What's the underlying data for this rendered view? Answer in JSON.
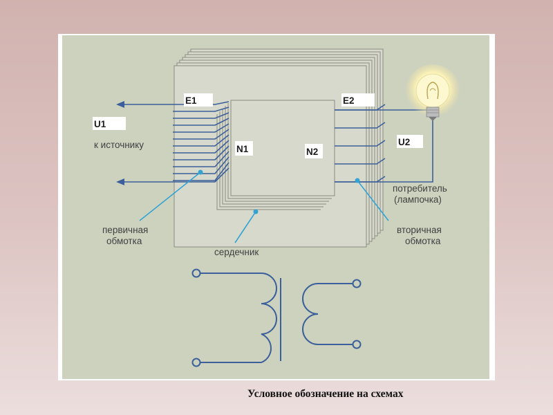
{
  "diagram": {
    "labels": {
      "e1": "E1",
      "e2": "E2",
      "u1": "U1",
      "u2": "U2",
      "n1": "N1",
      "n2": "N2",
      "source": "к источнику",
      "consumer_line1": "потребитель",
      "consumer_line2": "(лампочка)",
      "primary_line1": "первичная",
      "primary_line2": "обмотка",
      "secondary_line1": "вторичная",
      "secondary_line2": "обмотка",
      "core": "сердечник"
    },
    "colors": {
      "wire": "#3a5f9a",
      "leader": "#33a3d4",
      "core_face": "#d7d9cc",
      "core_edge": "#8a8c80"
    },
    "icons": [
      "arrow-left-icon",
      "lamp-icon",
      "transformer-symbol-icon"
    ]
  },
  "caption": "Условное обозначение на схемах"
}
